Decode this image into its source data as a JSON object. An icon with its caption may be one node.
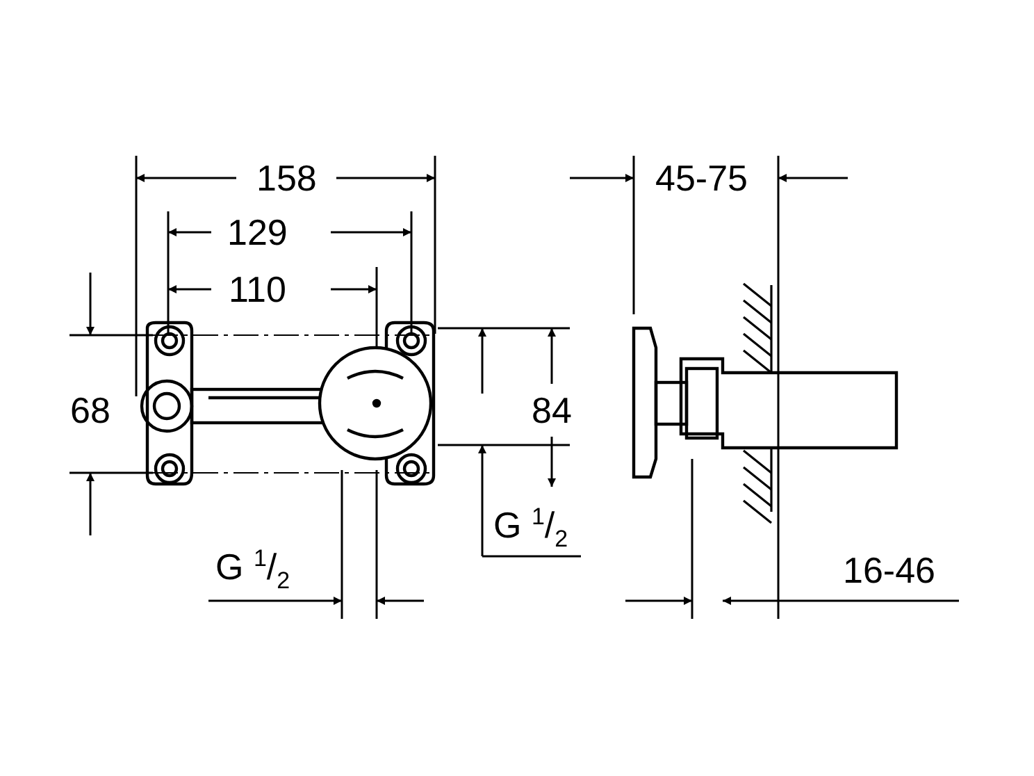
{
  "diagram": {
    "labels": [
      "158",
      "45-75",
      "129",
      "110",
      "68",
      "84",
      "G $^{1}$/$_{2}$",
      "G $^{1}$/$_{2}$",
      "16-46"
    ]
  }
}
